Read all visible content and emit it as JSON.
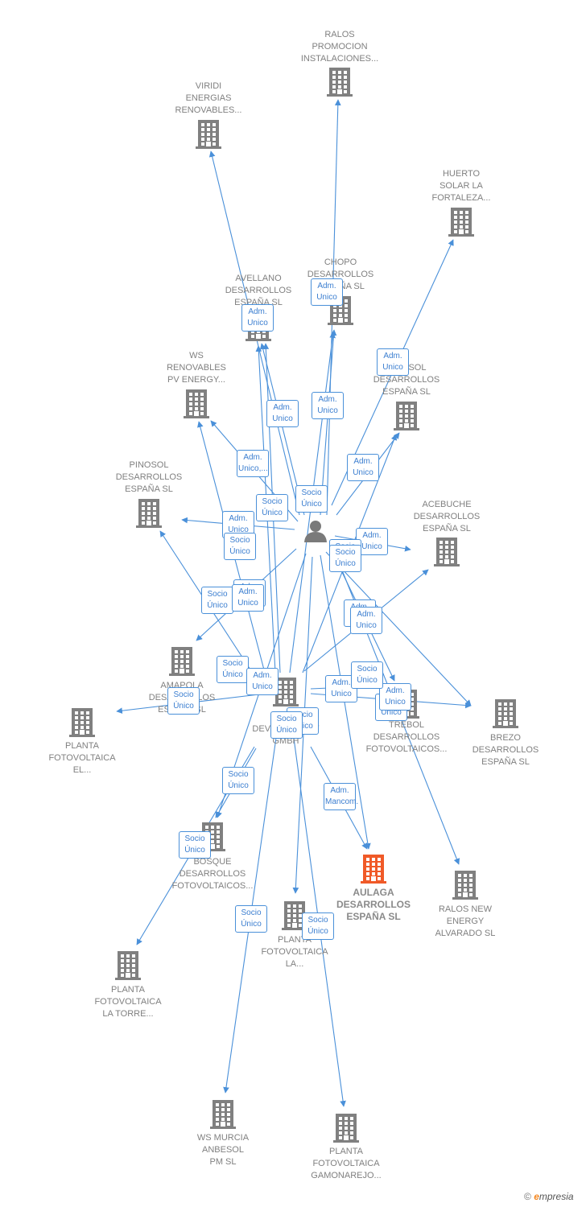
{
  "colors": {
    "edge": "#4a90d9",
    "building": "#808080",
    "building_main": "#f05a28",
    "person": "#7a7a7a",
    "label_text": "#808080",
    "edge_label_text": "#3b7ed0"
  },
  "person": {
    "id": "person",
    "icon": "person-icon"
  },
  "nodes": [
    {
      "id": "ralos_promocion",
      "label": "RALOS\nPROMOCION\nINSTALACIONES...",
      "icon": "building-icon"
    },
    {
      "id": "viridi_energias",
      "label": "VIRIDI\nENERGIAS\nRENOVABLES...",
      "icon": "building-icon"
    },
    {
      "id": "huerto_solar",
      "label": "HUERTO\nSOLAR LA\nFORTALEZA...",
      "icon": "building-icon"
    },
    {
      "id": "avellano",
      "label": "AVELLANO\nDESARROLLOS\nESPAÑA  SL",
      "icon": "building-icon"
    },
    {
      "id": "chopo",
      "label": "CHOPO\nDESARROLLOS\nESPAÑA  SL",
      "icon": "building-icon"
    },
    {
      "id": "ws_renovables",
      "label": "WS\nRENOVABLES\nPV ENERGY...",
      "icon": "building-icon"
    },
    {
      "id": "girasol",
      "label": "GIRASOL\nDESARROLLOS\nESPAÑA  SL",
      "icon": "building-icon"
    },
    {
      "id": "pinosol",
      "label": "PINOSOL\nDESARROLLOS\nESPAÑA  SL",
      "icon": "building-icon"
    },
    {
      "id": "acebuche",
      "label": "ACEBUCHE\nDESARROLLOS\nESPAÑA  SL",
      "icon": "building-icon"
    },
    {
      "id": "amapola",
      "label": "AMAPOLA\nDESARROLLOS\nESPAÑA  SL",
      "icon": "building-icon"
    },
    {
      "id": "viridi_dev",
      "label": "VIRIDI\nDEVELOPMENT\nGMBH",
      "icon": "building-icon"
    },
    {
      "id": "trebol",
      "label": "TREBOL\nDESARROLLOS\nFOTOVOLTAICOS...",
      "icon": "building-icon"
    },
    {
      "id": "brezo",
      "label": "BREZO\nDESARROLLOS\nESPAÑA  SL",
      "icon": "building-icon"
    },
    {
      "id": "planta_el",
      "label": "PLANTA\nFOTOVOLTAICA\nEL...",
      "icon": "building-icon"
    },
    {
      "id": "bosque",
      "label": "BOSQUE\nDESARROLLOS\nFOTOVOLTAICOS...",
      "icon": "building-icon"
    },
    {
      "id": "aulaga",
      "label": "AULAGA\nDESARROLLOS\nESPAÑA  SL",
      "icon": "building-icon",
      "main": true
    },
    {
      "id": "ralos_new",
      "label": "RALOS NEW\nENERGY\nALVARADO  SL",
      "icon": "building-icon"
    },
    {
      "id": "planta_la",
      "label": "PLANTA\nFOTOVOLTAICA\nLA...",
      "icon": "building-icon"
    },
    {
      "id": "planta_torre",
      "label": "PLANTA\nFOTOVOLTAICA\nLA TORRE...",
      "icon": "building-icon"
    },
    {
      "id": "ws_murcia",
      "label": "WS MURCIA\nANBESOL\nPM SL",
      "icon": "building-icon"
    },
    {
      "id": "planta_gamonarejo",
      "label": "PLANTA\nFOTOVOLTAICA\nGAMONAREJO...",
      "icon": "building-icon"
    }
  ],
  "edge_labels": [
    "Adm.\nUnico",
    "Adm.\nUnico",
    "Adm.\nUnico",
    "Adm.\nUnico",
    "Adm.\nUnico",
    "Adm.\nUnico,...",
    "Socio\nÚnico",
    "Socio\nÚnico",
    "Adm.\nUnico",
    "Adm.\nUnico",
    "Socio\nÚnico",
    "Adm.\nUnico",
    "Socio\nÚnico",
    "Adm.\nUnico",
    "Socio\nÚnico",
    "Adm.\nUnico",
    "Adm.\nUnico",
    "Socio\nÚnico",
    "Adm.\nUnico",
    "Adm.\nUnico",
    "Socio\nÚnico",
    "Socio\nÚnico",
    "Adm.\nUnico",
    "Socio\nÚnico",
    "Socio\nÚnico",
    "Adm.\nMancom.",
    "Socio\nÚnico",
    "Socio\nÚnico",
    "Socio\nÚnico",
    "Socio\nÚnico",
    "Socio\nÚnico",
    "Adm.\nUnico",
    "Socio\nÚnico"
  ],
  "footer": {
    "copyright": "©",
    "brand_first": "e",
    "brand_rest": "mpresia"
  }
}
